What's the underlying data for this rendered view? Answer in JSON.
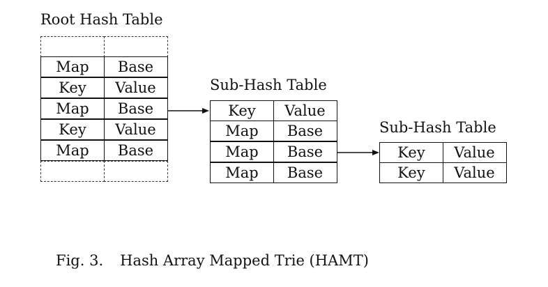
{
  "root": {
    "title": "Root Hash Table",
    "rows": [
      [
        "",
        ""
      ],
      [
        "Map",
        "Base"
      ],
      [
        "Key",
        "Value"
      ],
      [
        "Map",
        "Base"
      ],
      [
        "Key",
        "Value"
      ],
      [
        "Map",
        "Base"
      ],
      [
        "",
        ""
      ]
    ]
  },
  "sub1": {
    "title": "Sub-Hash Table",
    "rows": [
      [
        "Key",
        "Value"
      ],
      [
        "Map",
        "Base"
      ],
      [
        "Map",
        "Base"
      ],
      [
        "Map",
        "Base"
      ]
    ]
  },
  "sub2": {
    "title": "Sub-Hash Table",
    "rows": [
      [
        "Key",
        "Value"
      ],
      [
        "Key",
        "Value"
      ]
    ]
  },
  "caption": {
    "number": "Fig. 3.",
    "text": "Hash Array Mapped Trie (HAMT)"
  }
}
